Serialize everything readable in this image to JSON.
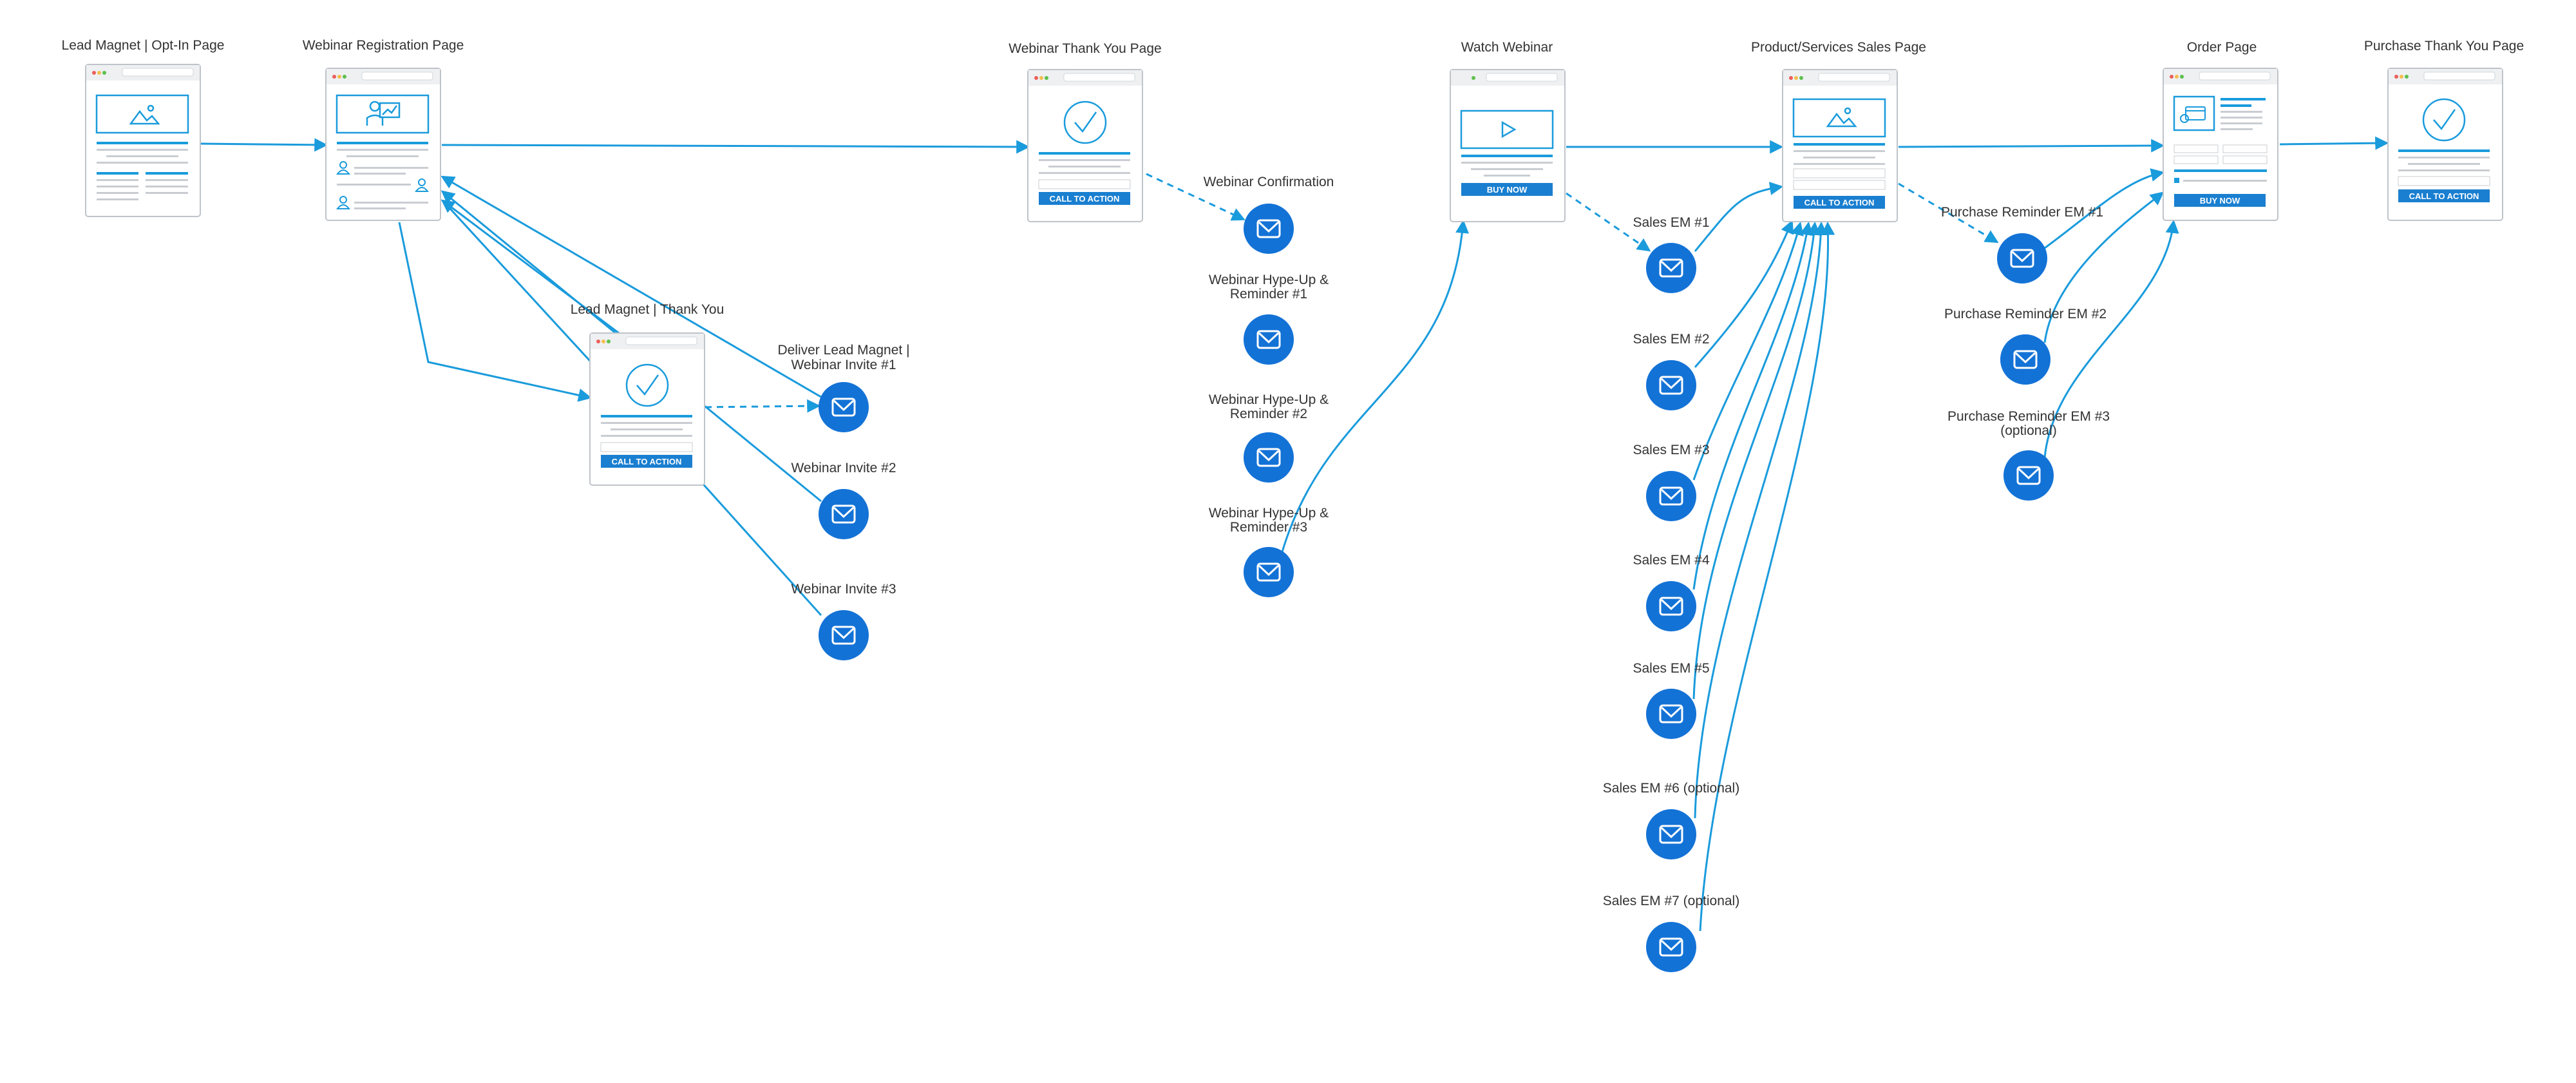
{
  "colors": {
    "accent": "#1a9bdc",
    "node_fill": "#1372d6",
    "page_border": "#bfc4ca",
    "page_header": "#eef0f2",
    "text": "#333333"
  },
  "pages": {
    "lead_magnet_optin": {
      "label": "Lead Magnet | Opt-In Page"
    },
    "webinar_registration": {
      "label": "Webinar Registration Page"
    },
    "lead_magnet_thank_you": {
      "label": "Lead Magnet | Thank You",
      "button": "CALL TO ACTION"
    },
    "webinar_thank_you": {
      "label": "Webinar Thank You Page",
      "button": "CALL TO ACTION"
    },
    "watch_webinar": {
      "label": "Watch Webinar",
      "button": "BUY NOW"
    },
    "sales_page": {
      "label": "Product/Services Sales Page",
      "button": "CALL TO ACTION"
    },
    "order_page": {
      "label": "Order Page",
      "button": "BUY NOW"
    },
    "purchase_thank_you": {
      "label": "Purchase Thank You Page",
      "button": "CALL TO ACTION"
    }
  },
  "emails": {
    "deliver_lead_magnet": {
      "label": [
        "Deliver Lead Magnet |",
        "Webinar Invite #1"
      ],
      "icon": "envelope-icon"
    },
    "webinar_invite_2": {
      "label": [
        "Webinar Invite #2"
      ],
      "icon": "envelope-icon"
    },
    "webinar_invite_3": {
      "label": [
        "Webinar Invite #3"
      ],
      "icon": "envelope-icon"
    },
    "webinar_confirmation": {
      "label": [
        "Webinar Confirmation"
      ],
      "icon": "envelope-icon"
    },
    "hype_up_1": {
      "label": [
        "Webinar Hype-Up &",
        "Reminder #1"
      ],
      "icon": "envelope-icon"
    },
    "hype_up_2": {
      "label": [
        "Webinar Hype-Up &",
        "Reminder #2"
      ],
      "icon": "envelope-icon"
    },
    "hype_up_3": {
      "label": [
        "Webinar Hype-Up &",
        "Reminder #3"
      ],
      "icon": "envelope-icon"
    },
    "sales_em_1": {
      "label": [
        "Sales EM #1"
      ],
      "icon": "envelope-icon"
    },
    "sales_em_2": {
      "label": [
        "Sales EM #2"
      ],
      "icon": "envelope-icon"
    },
    "sales_em_3": {
      "label": [
        "Sales EM #3"
      ],
      "icon": "envelope-icon"
    },
    "sales_em_4": {
      "label": [
        "Sales EM #4"
      ],
      "icon": "envelope-icon"
    },
    "sales_em_5": {
      "label": [
        "Sales EM #5"
      ],
      "icon": "envelope-icon"
    },
    "sales_em_6": {
      "label": [
        "Sales EM #6 (optional)"
      ],
      "icon": "envelope-icon"
    },
    "sales_em_7": {
      "label": [
        "Sales EM #7 (optional)"
      ],
      "icon": "envelope-icon"
    },
    "purchase_reminder_1": {
      "label": [
        "Purchase Reminder EM #1"
      ],
      "icon": "envelope-icon"
    },
    "purchase_reminder_2": {
      "label": [
        "Purchase Reminder EM #2"
      ],
      "icon": "envelope-icon"
    },
    "purchase_reminder_3": {
      "label": [
        "Purchase Reminder EM #3",
        "(optional)"
      ],
      "icon": "envelope-icon"
    }
  },
  "connections": [
    {
      "from": "lead_magnet_optin",
      "to": "webinar_registration",
      "style": "solid"
    },
    {
      "from": "webinar_registration",
      "to": "webinar_thank_you",
      "style": "solid"
    },
    {
      "from": "webinar_registration",
      "to": "lead_magnet_thank_you",
      "style": "solid"
    },
    {
      "from": "lead_magnet_thank_you",
      "to": "webinar_registration",
      "style": "solid"
    },
    {
      "from": "lead_magnet_thank_you",
      "to": "deliver_lead_magnet",
      "style": "dashed"
    },
    {
      "from": "deliver_lead_magnet",
      "to": "webinar_registration",
      "style": "solid"
    },
    {
      "from": "webinar_invite_2",
      "to": "webinar_registration",
      "style": "solid"
    },
    {
      "from": "webinar_invite_3",
      "to": "webinar_registration",
      "style": "solid"
    },
    {
      "from": "webinar_thank_you",
      "to": "webinar_confirmation",
      "style": "dashed"
    },
    {
      "from": "hype_up_3",
      "to": "watch_webinar",
      "style": "solid"
    },
    {
      "from": "watch_webinar",
      "to": "sales_page",
      "style": "solid"
    },
    {
      "from": "watch_webinar",
      "to": "sales_em_1",
      "style": "dashed"
    },
    {
      "from": "sales_em_1",
      "to": "sales_page",
      "style": "solid"
    },
    {
      "from": "sales_em_2",
      "to": "sales_page",
      "style": "solid"
    },
    {
      "from": "sales_em_3",
      "to": "sales_page",
      "style": "solid"
    },
    {
      "from": "sales_em_4",
      "to": "sales_page",
      "style": "solid"
    },
    {
      "from": "sales_em_5",
      "to": "sales_page",
      "style": "solid"
    },
    {
      "from": "sales_em_6",
      "to": "sales_page",
      "style": "solid"
    },
    {
      "from": "sales_em_7",
      "to": "sales_page",
      "style": "solid"
    },
    {
      "from": "sales_page",
      "to": "order_page",
      "style": "solid"
    },
    {
      "from": "sales_page",
      "to": "purchase_reminder_1",
      "style": "dashed"
    },
    {
      "from": "purchase_reminder_1",
      "to": "order_page",
      "style": "solid"
    },
    {
      "from": "purchase_reminder_2",
      "to": "order_page",
      "style": "solid"
    },
    {
      "from": "purchase_reminder_3",
      "to": "order_page",
      "style": "solid"
    },
    {
      "from": "order_page",
      "to": "purchase_thank_you",
      "style": "solid"
    }
  ]
}
